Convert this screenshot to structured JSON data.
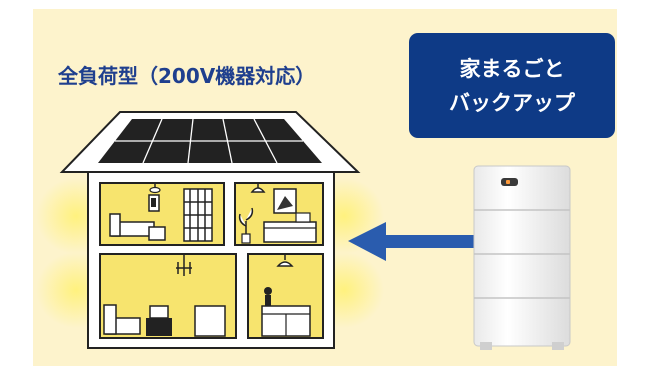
{
  "title": "全負荷型（200V機器対応）",
  "badge": {
    "line1": "家まるごと",
    "line2": "バックアップ"
  },
  "colors": {
    "panel_background": "#fdf3cc",
    "title_text": "#1f3f8e",
    "badge_background": "#0e3a86",
    "badge_text": "#ffffff",
    "room_light": "#f9e97a",
    "arrow": "#2a5cae"
  }
}
